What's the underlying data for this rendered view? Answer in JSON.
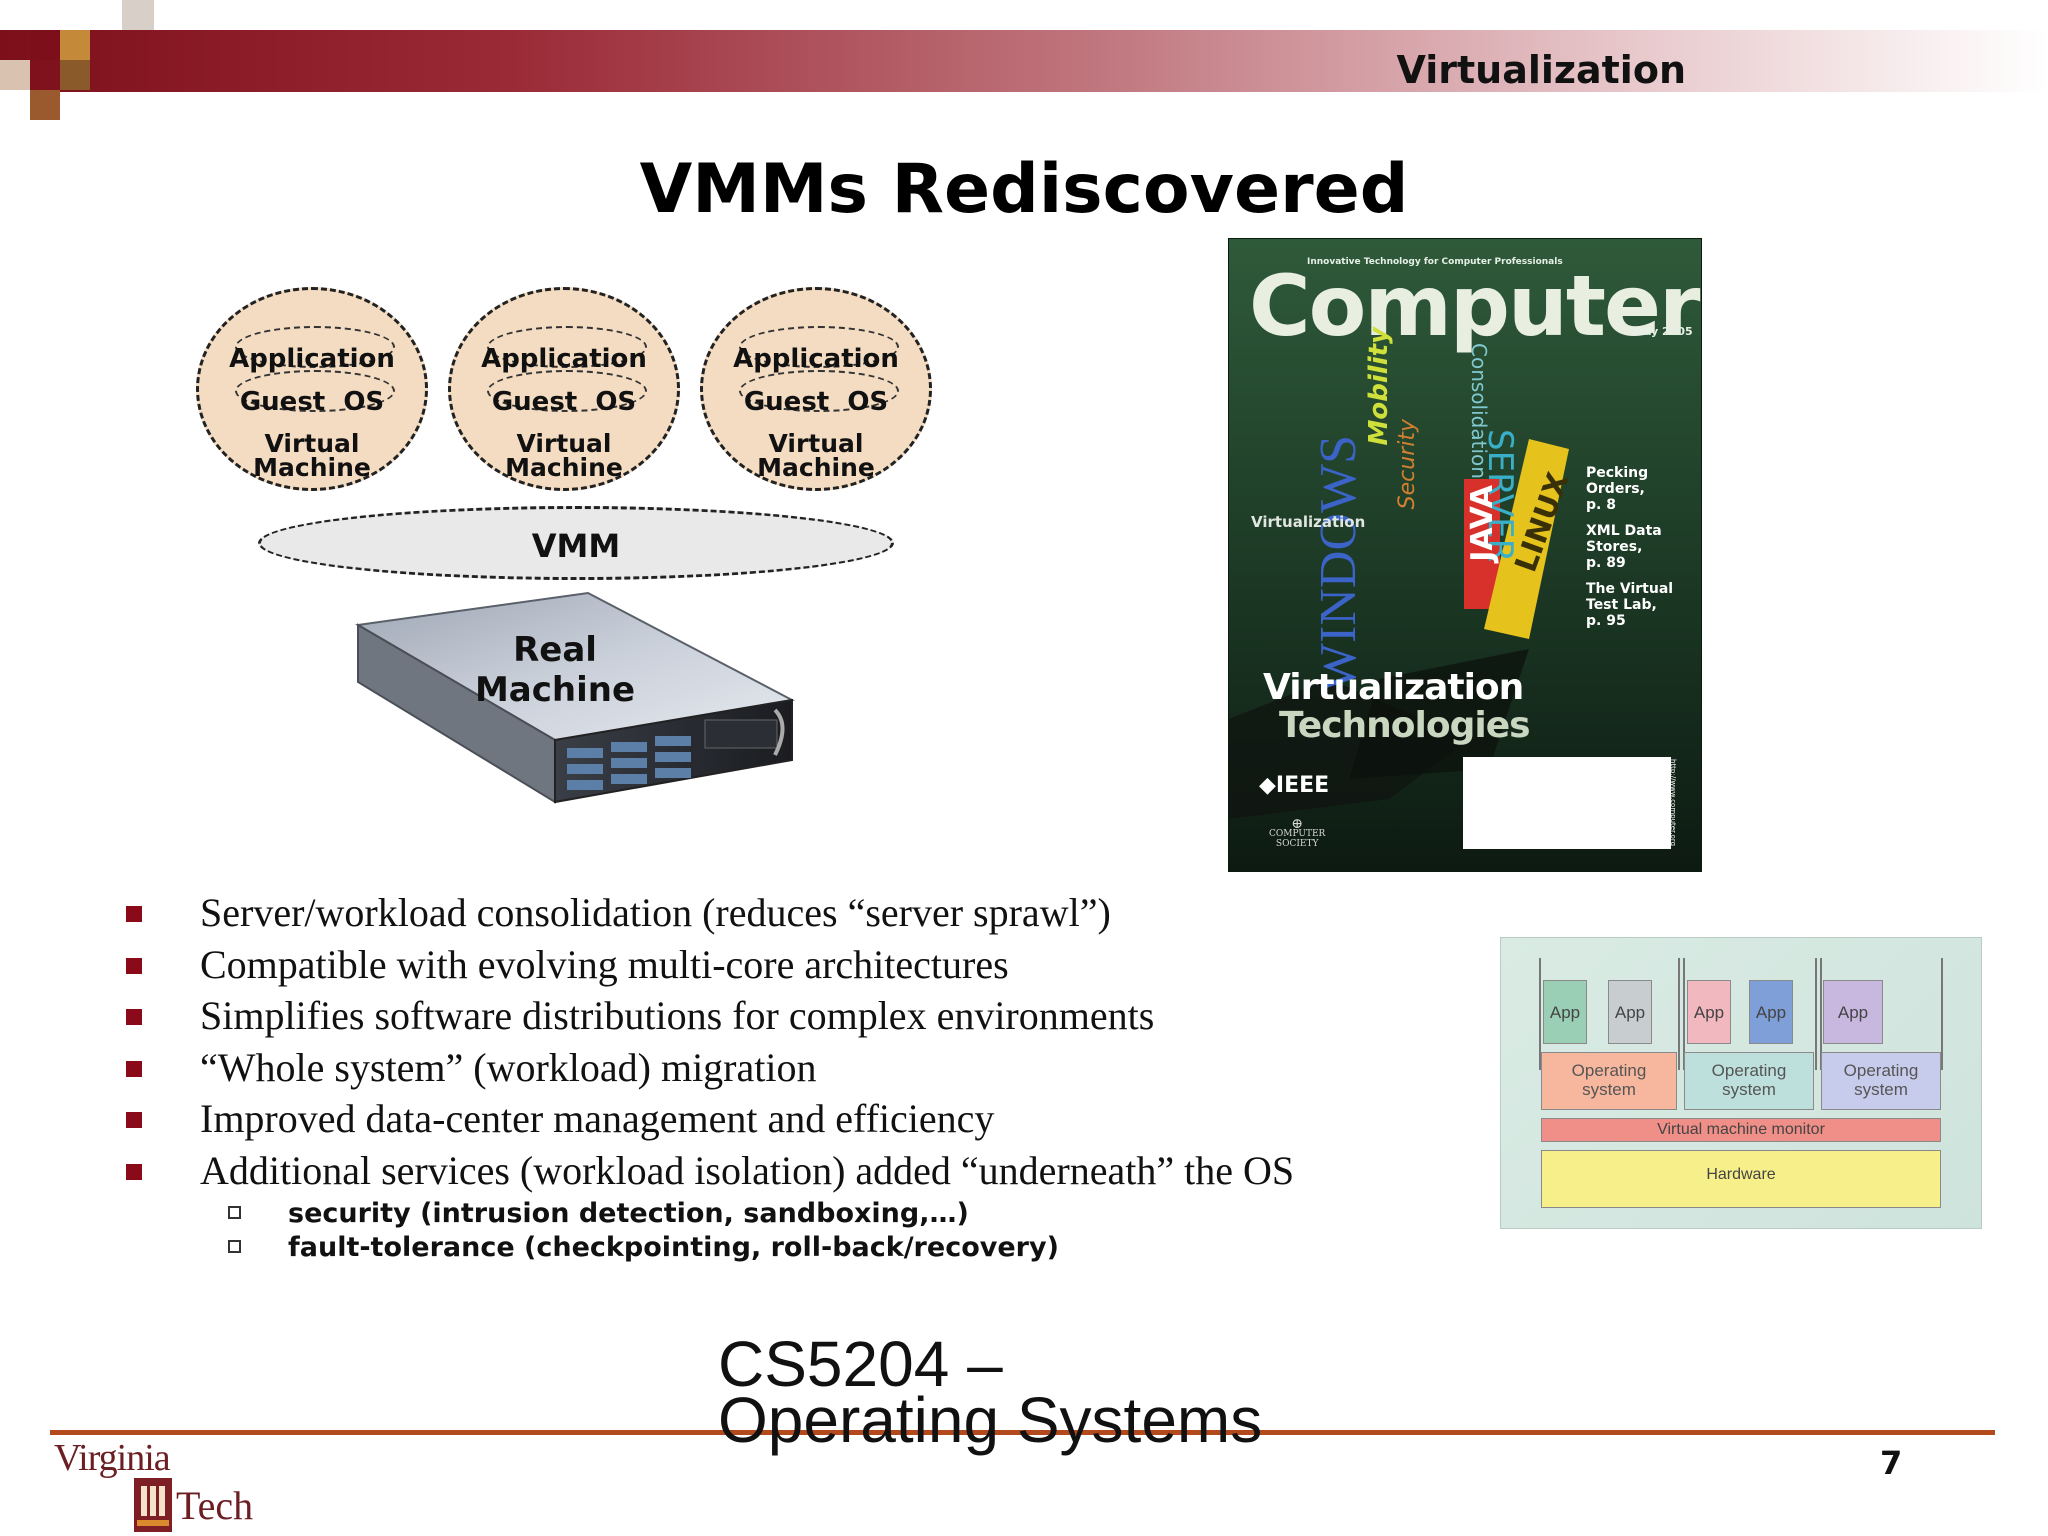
{
  "header": {
    "section": "Virtualization",
    "accent_color": "#7d0f1b"
  },
  "slide": {
    "title": "VMMs Rediscovered"
  },
  "vm_diagram": {
    "vms": [
      {
        "app": "Application",
        "os": "Guest  OS",
        "vm_line1": "Virtual",
        "vm_line2": "Machine"
      },
      {
        "app": "Application",
        "os": "Guest  OS",
        "vm_line1": "Virtual",
        "vm_line2": "Machine"
      },
      {
        "app": "Application",
        "os": "Guest  OS",
        "vm_line1": "Virtual",
        "vm_line2": "Machine"
      }
    ],
    "vmm": "VMM",
    "real_machine_line1": "Real",
    "real_machine_line2": "Machine"
  },
  "magazine": {
    "tagline": "Innovative Technology for Computer Professionals",
    "masthead": "Computer",
    "date": "May 2005",
    "teasers": [
      {
        "line1": "Pecking",
        "line2": "Orders,",
        "line3": "p. 8"
      },
      {
        "line1": "XML Data",
        "line2": "Stores,",
        "line3": "p. 89"
      },
      {
        "line1": "The Virtual",
        "line2": "Test Lab,",
        "line3": "p. 95"
      }
    ],
    "cover_words": {
      "server": "SERVER",
      "consolidation": "Consolidation",
      "windows": "WINDOWS",
      "java": "JAVA",
      "linux": "LINUX",
      "mobility": "Mobility",
      "security": "Security",
      "virtualization": "Virtualization"
    },
    "feature_line1": "Virtualization",
    "feature_line2": "Technologies",
    "publisher": "IEEE",
    "society_line1": "COMPUTER",
    "society_line2": "SOCIETY",
    "url": "http://www.computer.org"
  },
  "bullets": [
    "Server/workload consolidation (reduces “server sprawl”)",
    "Compatible with evolving multi-core architectures",
    "Simplifies software distributions for complex environments",
    "“Whole system” (workload) migration",
    "Improved data-center management and efficiency",
    "Additional services (workload isolation) added “underneath” the OS"
  ],
  "sub_bullets": [
    "security (intrusion detection, sandboxing,…)",
    "fault-tolerance (checkpointing, roll-back/recovery)"
  ],
  "arch_diagram": {
    "apps": [
      "App",
      "App",
      "App",
      "App",
      "App"
    ],
    "os_line1": "Operating",
    "os_line2": "system",
    "vmm": "Virtual machine monitor",
    "hardware": "Hardware"
  },
  "footer": {
    "course_line1": "CS5204 –",
    "course_line2": "Operating Systems",
    "page": "7",
    "logo_line1": "Virginia",
    "logo_line2": "Tech"
  }
}
